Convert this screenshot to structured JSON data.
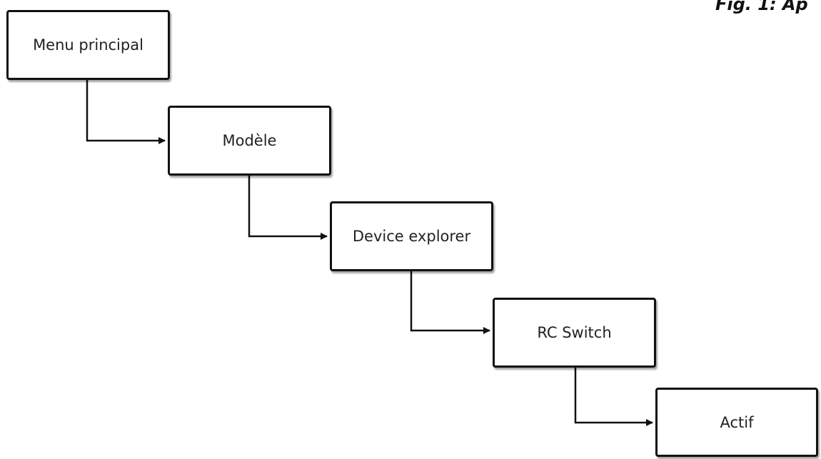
{
  "caption": "Fig. 1: Ap",
  "steps": [
    {
      "label": "Menu principal"
    },
    {
      "label": "Modèle"
    },
    {
      "label": "Device explorer"
    },
    {
      "label": "RC Switch"
    },
    {
      "label": "Actif"
    }
  ],
  "colors": {
    "stroke": "#111111",
    "text": "#222222",
    "background": "#ffffff"
  }
}
